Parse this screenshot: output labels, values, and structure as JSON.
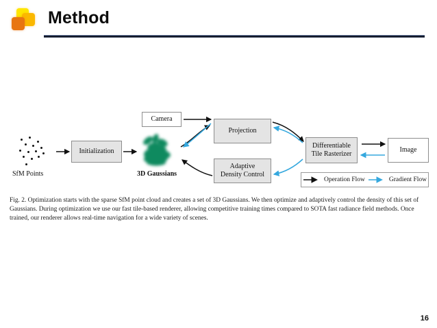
{
  "slide": {
    "title": "Method",
    "page_number": "16",
    "logo": {
      "name": "three-squares-logo",
      "colors": [
        "#FFE600",
        "#FBB800",
        "#E87511"
      ]
    },
    "rule_color": "#16213c"
  },
  "figure": {
    "caption_label": "Fig. 2.",
    "caption_text": "Fig. 2.  Optimization starts with the sparse SfM point cloud and creates a set of 3D Gaussians. We then optimize and adaptively control the density of this set of Gaussians. During optimization we use our fast tile-based renderer, allowing competitive training times compared to SOTA fast radiance field methods. Once trained, our renderer allows real-time navigation for a wide variety of scenes.",
    "nodes": [
      {
        "id": "camera",
        "label": "Camera",
        "fill": "#ffffff"
      },
      {
        "id": "init",
        "label": "Initialization",
        "fill": "#e4e4e4"
      },
      {
        "id": "projection",
        "label": "Projection",
        "fill": "#e4e4e4"
      },
      {
        "id": "adc_line1",
        "label": "Adaptive",
        "fill": "#e4e4e4"
      },
      {
        "id": "adc_line2",
        "label": "Density Control",
        "fill": "#e4e4e4"
      },
      {
        "id": "dtr_line1",
        "label": "Differentiable",
        "fill": "#e4e4e4"
      },
      {
        "id": "dtr_line2",
        "label": "Tile Rasterizer",
        "fill": "#e4e4e4"
      },
      {
        "id": "image",
        "label": "Image",
        "fill": "#ffffff"
      }
    ],
    "cluster_labels": {
      "sfm_points": "SfM Points",
      "gaussians": "3D Gaussians"
    },
    "legend": {
      "operation_flow": "Operation Flow",
      "gradient_flow": "Gradient Flow",
      "operation_color": "#111111",
      "gradient_color": "#35A8DE"
    },
    "point_cloud": [
      [
        6,
        4
      ],
      [
        18,
        1
      ],
      [
        30,
        7
      ],
      [
        12,
        11
      ],
      [
        23,
        13
      ],
      [
        35,
        16
      ],
      [
        4,
        20
      ],
      [
        16,
        22
      ],
      [
        27,
        21
      ],
      [
        38,
        24
      ],
      [
        9,
        29
      ],
      [
        21,
        32
      ],
      [
        31,
        29
      ],
      [
        13,
        40
      ]
    ],
    "gaussian_blob_color": "#0f8a5f"
  }
}
